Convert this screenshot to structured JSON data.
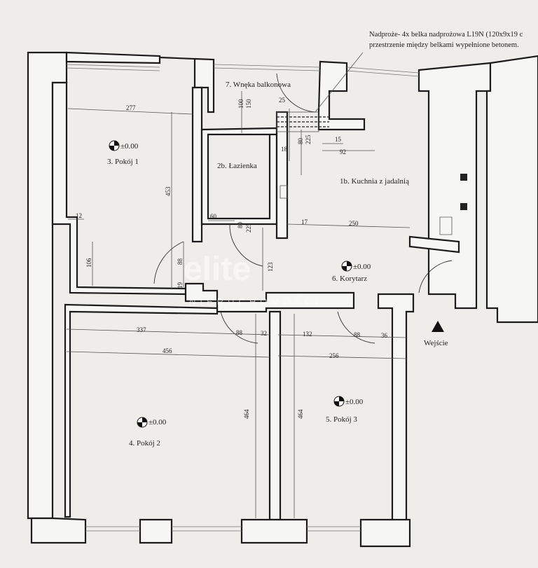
{
  "note": {
    "line1": "Nadproże- 4x belka nadprożowa L19N (120x9x19 c",
    "line2": "przestrzenie między belkami wypełnione betonem."
  },
  "rooms": {
    "balcony": "7. Wnęka balkonowa",
    "room1": "3. Pokój 1",
    "bathroom": "2b. Łazienka",
    "kitchen": "1b. Kuchnia z jadalnią",
    "corridor": "6. Korytarz",
    "room2": "4. Pokój 2",
    "room3": "5. Pokój 3"
  },
  "elevation": "±0.00",
  "entrance": "Wejście",
  "dimensions": {
    "d277": "277",
    "d453": "453",
    "d12": "12",
    "d106": "106",
    "d88a": "88",
    "d19": "19",
    "d100": "100",
    "d150": "150",
    "d25": "25",
    "d80a": "80",
    "d225a": "225",
    "d18": "18",
    "d15": "15",
    "d92": "92",
    "d60": "60",
    "d80b": "80",
    "d225b": "225",
    "d17": "17",
    "d250": "250",
    "d123": "123",
    "d337": "337",
    "d88b": "88",
    "d32": "32",
    "d456": "456",
    "d464a": "464",
    "d132": "132",
    "d88c": "88",
    "d36": "36",
    "d256": "256",
    "d464b": "464"
  },
  "watermark": {
    "brand": "elite",
    "sub": "NIERUCHOMOŚCI"
  }
}
